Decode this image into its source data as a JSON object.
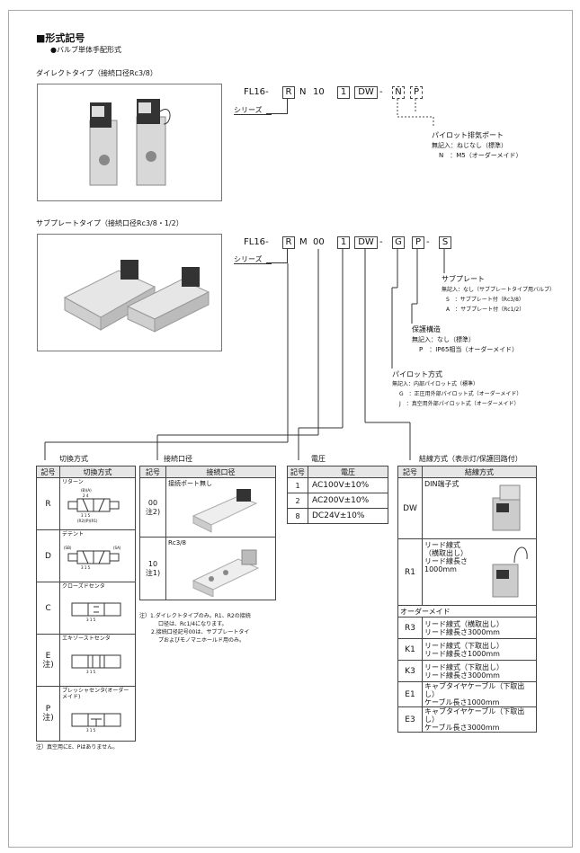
{
  "heading": "■形式記号",
  "subheading": "●バルブ単体手配形式",
  "direct": {
    "title": "ダイレクトタイプ（接続口径Rc3/8）",
    "code": {
      "prefix": "FL16",
      "sep1": "-",
      "c1": "R",
      "c2": "N",
      "c3": "10",
      "c4": "1",
      "c5": "DW",
      "sep2": "-",
      "c6": "N",
      "c7": "P"
    },
    "series_label": "シリーズ",
    "pilot_exhaust": {
      "title": "パイロット排気ポート",
      "lines": [
        "無記入：ねじなし（標準）",
        "N　：M5（オーダーメイド）"
      ]
    }
  },
  "subplate": {
    "title": "サブプレートタイプ（接続口径Rc3/8・1/2）",
    "code": {
      "prefix": "FL16",
      "sep1": "-",
      "c1": "R",
      "c2": "M",
      "c3": "00",
      "c4": "1",
      "c5": "DW",
      "sep2": "-",
      "c6": "G",
      "c7": "P",
      "sep3": "-",
      "c8": "S"
    },
    "series_label": "シリーズ",
    "subplate_info": {
      "title": "サブプレート",
      "lines": [
        "無記入：なし（サブプレートタイプ用バルブ）",
        "S　：サブプレート付（Rc3/8）",
        "A　：サブプレート付（Rc1/2）"
      ]
    },
    "protection": {
      "title": "保護構造",
      "lines": [
        "無記入：なし（標準）",
        "P　：IP65相当（オーダーメイド）"
      ]
    },
    "pilot_method": {
      "title": "パイロット方式",
      "lines": [
        "無記入：内部パイロット式（標準）",
        "G　：正圧用外部パイロット式（オーダーメイド）",
        "J　：真空用外部パイロット式（オーダーメイド）"
      ]
    }
  },
  "switching": {
    "title": "切換方式",
    "headers": [
      "記号",
      "切換方式"
    ],
    "rows": [
      {
        "code": "R",
        "name": "リターン"
      },
      {
        "code": "D",
        "name": "デテント"
      },
      {
        "code": "C",
        "name": "クローズドセンタ"
      },
      {
        "code": "E\n注)",
        "name": "エキゾーストセンタ"
      },
      {
        "code": "P\n注)",
        "name": "プレッシャセンタ(オーダーメイド)"
      }
    ],
    "note": "注）真空用にE、Pはありません。",
    "port_labels": {
      "top": "(B)(A)",
      "top_nums": "2 4",
      "bottom_nums": "3 1 5",
      "bottom": "(R2)(P)(R1)",
      "left": "(SB)",
      "right": "(SA)"
    }
  },
  "port": {
    "title": "接続口径",
    "headers": [
      "記号",
      "接続口径"
    ],
    "rows": [
      {
        "code": "00",
        "note": "注2)",
        "name": "接続ポート無し"
      },
      {
        "code": "10",
        "note": "注1)",
        "name": "Rc3/8"
      }
    ],
    "notes": [
      "注）1.ダイレクトタイプのみ。R1、R2の接続",
      "口径は、Rc1/4になります。",
      "2.接続口径記号00は、サブプレートタイ",
      "プおよびモノマニホールド用のみ。"
    ]
  },
  "voltage": {
    "title": "電圧",
    "headers": [
      "記号",
      "電圧"
    ],
    "rows": [
      {
        "code": "1",
        "name": "AC100V±10%"
      },
      {
        "code": "2",
        "name": "AC200V±10%"
      },
      {
        "code": "8",
        "name": "DC24V±10%"
      }
    ]
  },
  "wiring": {
    "title": "結線方式（表示灯/保護回路付）",
    "headers": [
      "記号",
      "結線方式"
    ],
    "rows": [
      {
        "code": "DW",
        "name": "DIN端子式"
      },
      {
        "code": "R1",
        "name": "リード線式\n（横取出し）\nリード線長さ\n1000mm"
      }
    ],
    "order_label": "オーダーメイド",
    "order_rows": [
      {
        "code": "R3",
        "name": "リード線式（横取出し）\nリード線長さ3000mm"
      },
      {
        "code": "K1",
        "name": "リード線式（下取出し）\nリード線長さ1000mm"
      },
      {
        "code": "K3",
        "name": "リード線式（下取出し）\nリード線長さ3000mm"
      },
      {
        "code": "E1",
        "name": "キャブタイヤケーブル（下取出し）\nケーブル長さ1000mm"
      },
      {
        "code": "E3",
        "name": "キャブタイヤケーブル（下取出し）\nケーブル長さ3000mm"
      }
    ]
  }
}
